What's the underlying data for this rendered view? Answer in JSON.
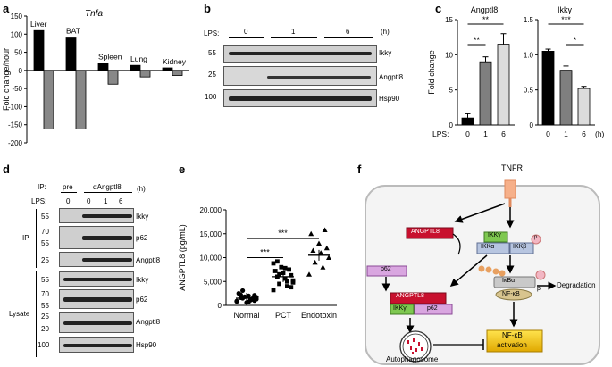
{
  "panels": {
    "a": {
      "label": "a",
      "gene": "Tnfa",
      "chart_data": {
        "type": "bar",
        "categories": [
          "Liver",
          "BAT",
          "Spleen",
          "Lung",
          "Kidney"
        ],
        "series": [
          {
            "values": [
              110,
              92,
              20,
              14,
              7
            ],
            "color": "#000000"
          },
          {
            "values": [
              -162,
              -162,
              -38,
              -18,
              -14
            ],
            "color": "#888888"
          }
        ],
        "ylabel": "Fold change/hour",
        "ylim": [
          -200,
          150
        ],
        "yticks": [
          150,
          100,
          50,
          0,
          -50,
          -100,
          -150,
          -200
        ]
      }
    },
    "b": {
      "label": "b",
      "lps_label": "LPS:",
      "timepoints": [
        "0",
        "1",
        "6"
      ],
      "unit": "(h)",
      "rows": [
        {
          "mw": "55",
          "name": "Ikkγ"
        },
        {
          "mw": "25",
          "name": "Angptl8"
        },
        {
          "mw": "100",
          "name": "Hsp90"
        }
      ]
    },
    "c": {
      "label": "c",
      "ylabel": "Fold change",
      "lps_label": "LPS:",
      "unit": "(h)",
      "chart_data": [
        {
          "type": "bar",
          "title": "Angptl8",
          "categories": [
            "0",
            "1",
            "6"
          ],
          "values": [
            1,
            9,
            11.5
          ],
          "errors": [
            0.6,
            0.7,
            1.5
          ],
          "ylim": [
            0,
            15
          ],
          "yticks": [
            0,
            5,
            10,
            15
          ],
          "sig": [
            "**",
            "**"
          ]
        },
        {
          "type": "bar",
          "title": "Ikkγ",
          "categories": [
            "0",
            "1",
            "6"
          ],
          "values": [
            1.05,
            0.78,
            0.52
          ],
          "errors": [
            0.03,
            0.06,
            0.03
          ],
          "ylim": [
            0,
            1.5
          ],
          "yticks": [
            0,
            0.5,
            1.0,
            1.5
          ],
          "ytick_labels": [
            "0",
            "0.5",
            "1.0",
            "1.5"
          ],
          "sig": [
            "***",
            "*"
          ]
        }
      ],
      "colors": [
        "#000000",
        "#7f7f7f",
        "#dcdcdc"
      ]
    },
    "d": {
      "label": "d",
      "ip_label": "IP:",
      "pre": "pre",
      "antibody": "αAngptl8",
      "lps_label": "LPS:",
      "lanes": [
        "0",
        "0",
        "1",
        "6"
      ],
      "unit": "(h)",
      "ip_group": "IP",
      "lysate_group": "Lysate",
      "ip_rows": [
        {
          "mw": "55",
          "name": "Ikkγ"
        },
        {
          "mw": "70",
          "mw2": "55",
          "name": "p62"
        },
        {
          "mw": "25",
          "name": "Angptl8"
        }
      ],
      "lysate_rows": [
        {
          "mw": "55",
          "name": "Ikkγ"
        },
        {
          "mw": "70",
          "mw2": "55",
          "name": "p62"
        },
        {
          "mw": "25",
          "mw2": "20",
          "name": "Angptl8"
        },
        {
          "mw": "100",
          "name": "Hsp90"
        }
      ]
    },
    "e": {
      "label": "e",
      "chart_data": {
        "type": "scatter",
        "categories": [
          "Normal",
          "PCT",
          "Endotoxin"
        ],
        "ylabel": "ANGPTL8 (pg/mL)",
        "ylim": [
          0,
          20000
        ],
        "yticks": [
          0,
          5000,
          10000,
          15000,
          20000
        ],
        "ytick_labels": [
          "0",
          "5,000",
          "10,000",
          "15,000",
          "20,000"
        ],
        "points": [
          [
            800,
            1200,
            1500,
            1700,
            2000,
            2200,
            1000,
            600,
            2500,
            1400,
            1800,
            900,
            1100,
            3100,
            1300,
            700,
            1600,
            2100
          ],
          [
            3200,
            4000,
            4500,
            5200,
            5600,
            6000,
            6300,
            6800,
            7200,
            7500,
            8000,
            8800,
            5000,
            6500,
            4800,
            7800,
            9200,
            3800
          ],
          [
            6500,
            8000,
            9000,
            10000,
            11000,
            11500,
            12000,
            13000,
            15000,
            15800
          ]
        ],
        "means": [
          1500,
          6000,
          10500
        ],
        "sig": [
          "***",
          "***"
        ]
      }
    },
    "f": {
      "label": "f",
      "tnfr": "TNFR",
      "angptl8_top": "ANGPTL8",
      "ikkg_top": "IKKγ",
      "ikka": "IKKα",
      "ikkb": "IKKβ",
      "p": "p",
      "p62": "p62",
      "angptl8_complex": "ANGPTL8",
      "ikkg_complex": "IKKγ",
      "p62_complex": "p62",
      "ikba": "IκBα",
      "nfkb": "NF-κB",
      "degradation": "Degradation",
      "autophagosome": "Autophagosome",
      "activation_line1": "NF-κB",
      "activation_line2": "activation"
    }
  }
}
